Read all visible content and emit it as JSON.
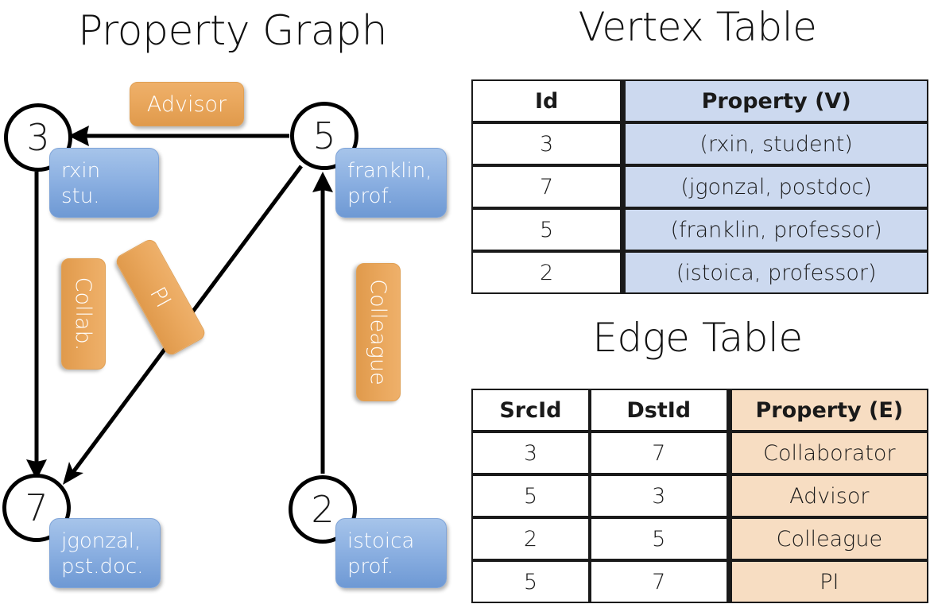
{
  "titles": {
    "property_graph": "Property Graph",
    "vertex_table": "Vertex Table",
    "edge_table": "Edge Table"
  },
  "graph": {
    "nodes": [
      {
        "id": "3",
        "property": "rxin\nstu."
      },
      {
        "id": "5",
        "property": "franklin,\nprof."
      },
      {
        "id": "7",
        "property": "jgonzal,\npst.doc."
      },
      {
        "id": "2",
        "property": "istoica\nprof."
      }
    ],
    "edge_labels": [
      {
        "name": "advisor",
        "text": "Advisor"
      },
      {
        "name": "collab",
        "text": "Collab."
      },
      {
        "name": "pi",
        "text": "PI"
      },
      {
        "name": "colleague",
        "text": "Colleague"
      }
    ]
  },
  "vertex_table": {
    "headers": [
      "Id",
      "Property (V)"
    ],
    "rows": [
      {
        "id": "3",
        "property": "(rxin, student)"
      },
      {
        "id": "7",
        "property": "(jgonzal, postdoc)"
      },
      {
        "id": "5",
        "property": "(franklin, professor)"
      },
      {
        "id": "2",
        "property": "(istoica, professor)"
      }
    ]
  },
  "edge_table": {
    "headers": [
      "SrcId",
      "DstId",
      "Property (E)"
    ],
    "rows": [
      {
        "src": "3",
        "dst": "7",
        "property": "Collaborator"
      },
      {
        "src": "5",
        "dst": "3",
        "property": "Advisor"
      },
      {
        "src": "2",
        "dst": "5",
        "property": "Colleague"
      },
      {
        "src": "5",
        "dst": "7",
        "property": "PI"
      }
    ]
  },
  "colors": {
    "vertex_property_fill": "#ccd9ef",
    "edge_property_fill": "#f7ddc2",
    "node_box_blue": "#8db1e2",
    "label_box_orange": "#eaa85e",
    "stroke": "#000000",
    "background": "#ffffff"
  }
}
